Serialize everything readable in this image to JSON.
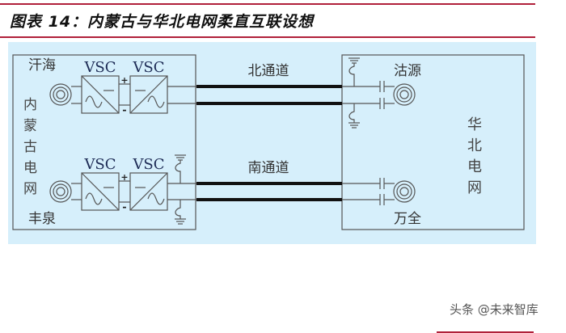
{
  "title": "图表 14：内蒙古与华北电网柔直互联设想",
  "diagram": {
    "left_grid": "内蒙古电网",
    "right_grid": "华北电网",
    "converter_label": "VSC",
    "plus": "+",
    "minus": "-",
    "stations_left": [
      "汗海",
      "丰泉"
    ],
    "stations_right": [
      "沽源",
      "万全"
    ],
    "channels": [
      "北通道",
      "南通道"
    ]
  },
  "watermark": "头条 @未来智库"
}
